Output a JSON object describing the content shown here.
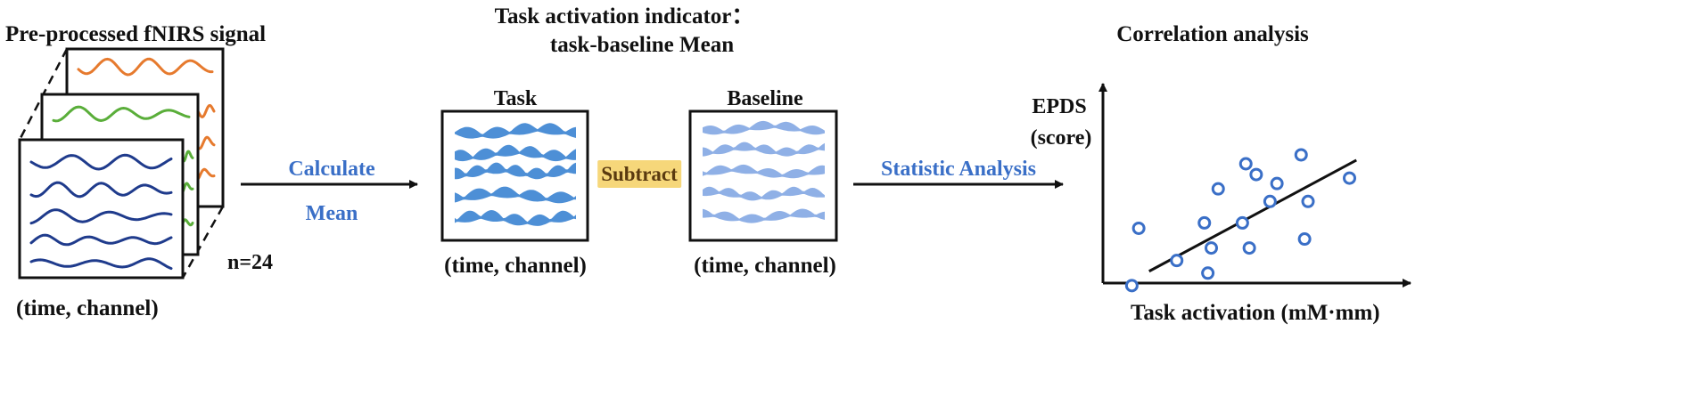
{
  "section1": {
    "title": "Pre-processed fNIRS signal",
    "count_label": "n=24",
    "dims_label": "(time, channel)"
  },
  "arrow1": {
    "line1": "Calculate",
    "line2": "Mean"
  },
  "section2": {
    "title_line1": "Task activation indicator：",
    "title_line2": "task-baseline Mean",
    "task_label": "Task",
    "baseline_label": "Baseline",
    "task_dims": "(time, channel)",
    "baseline_dims": "(time, channel)",
    "operator": "Subtract"
  },
  "arrow2": {
    "label": "Statistic Analysis"
  },
  "section3": {
    "title": "Correlation analysis",
    "ylabel_line1": "EPDS",
    "ylabel_line2": "(score)",
    "xlabel": "Task activation (mM·mm)"
  },
  "colors": {
    "orange": "#e67a2e",
    "green": "#5aae3a",
    "navy": "#1f3b8c",
    "blue_fill": "#4d8fd6",
    "light_blue_fill": "#8fb0e6",
    "accent_text": "#3a6fc7",
    "highlight": "#f6d77a"
  },
  "chart_data": {
    "type": "scatter",
    "title": "",
    "xlabel": "Task activation (mM·mm)",
    "ylabel": "EPDS (score)",
    "xlim": [
      0,
      10
    ],
    "ylim": [
      0,
      10
    ],
    "grid": false,
    "points": [
      {
        "x": 0.5,
        "y": 1.2
      },
      {
        "x": 0.7,
        "y": 4.4
      },
      {
        "x": 1.8,
        "y": 2.6
      },
      {
        "x": 2.6,
        "y": 4.7
      },
      {
        "x": 3.0,
        "y": 6.6
      },
      {
        "x": 2.7,
        "y": 1.9
      },
      {
        "x": 2.8,
        "y": 3.3
      },
      {
        "x": 3.8,
        "y": 8.0
      },
      {
        "x": 4.1,
        "y": 7.4
      },
      {
        "x": 3.9,
        "y": 3.3
      },
      {
        "x": 3.7,
        "y": 4.7
      },
      {
        "x": 4.5,
        "y": 5.9
      },
      {
        "x": 5.4,
        "y": 8.5
      },
      {
        "x": 4.7,
        "y": 6.9
      },
      {
        "x": 5.5,
        "y": 3.8
      },
      {
        "x": 5.6,
        "y": 5.9
      },
      {
        "x": 6.8,
        "y": 7.2
      }
    ],
    "trendline": [
      [
        1.0,
        2.0
      ],
      [
        7.0,
        8.2
      ]
    ]
  }
}
